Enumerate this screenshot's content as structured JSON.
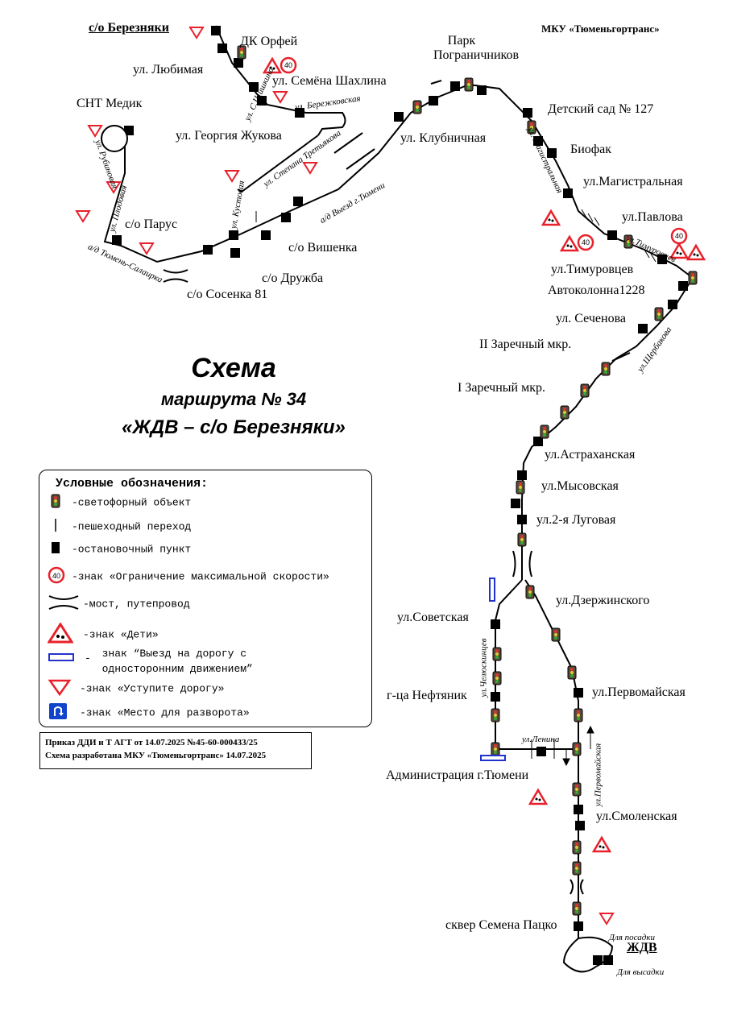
{
  "organization": "МКУ «Тюменьгортранс»",
  "title": {
    "line1": "Схема",
    "line2": "маршрута № 34",
    "line3": "«ЖДВ – с/о Березняки»"
  },
  "stops": {
    "berezniaki": "с/о Березняки",
    "dk_orfei": "ДК Орфей",
    "lyubimaya": "ул. Любимая",
    "shakhlina": "ул. Семёна Шахлина",
    "snt_medik": "СНТ Медик",
    "zhukova": "ул. Георгия Жукова",
    "park": "Парк Пограничников",
    "klubnichnaya": "ул. Клубничная",
    "detsad": "Детский сад № 127",
    "biofak": "Биофак",
    "magistralnaya": "ул.Магистральная",
    "pavlova": "ул.Павлова",
    "timurovtsev": "ул.Тимуровцев",
    "avtokolonna": "Автоколонна1228",
    "sechenova": "ул. Сеченова",
    "zarechny2": "II Заречный мкр.",
    "zarechny1": "I Заречный мкр.",
    "parus": "с/о Парус",
    "vishenka": "с/о Вишенка",
    "druzhba": "с/о Дружба",
    "sosenka": "с/о Сосенка 81",
    "astrakhanskaya": "ул.Астраханская",
    "mysovskaya": "ул.Мысовская",
    "lugovaya": "ул.2-я Луговая",
    "dzerzhinskogo": "ул.Дзержинского",
    "sovetskaya": "ул.Советская",
    "neftyanik": "г-ца Нефтяник",
    "pervomayskaya": "ул.Первомайская",
    "administration": "Администрация г.Тюмени",
    "smolenskaya": "ул.Смоленская",
    "skver": "сквер Семена Пацко",
    "zhdv": "ЖДВ"
  },
  "streets": {
    "berezhkovskaya": "ул. Бережковская",
    "shishkina": "ул. С.Шишкина",
    "tretyakova": "ул. Степана Третьякова",
    "vyezd": "а/д Выезд г.Тюмени",
    "kustovaya": "ул. Кустовая",
    "rubinovaya": "ул. Рубиновая",
    "plodovaya": "ул. Плодовая",
    "tyumen_salairka": "а/д Тюмень-Салаирка",
    "m_kraynaya": "ул. Магистральная",
    "timurovtsev_small": "ул.Тимуровцев",
    "shcherbakova": "ул.Щербакова",
    "chelyuskintsev": "ул.Челюскинцев",
    "lenina": "ул.Ленина",
    "pervomayskaya_small": "ул.Первомайская",
    "boarding": "Для посадки",
    "alighting": "Для высадки"
  },
  "speed_limit": "40",
  "legend": {
    "title": "Условные обозначения:",
    "traffic_light": "-светофорный объект",
    "crossing": "-пешеходный переход",
    "stop": "-остановочный пункт",
    "speed": "-знак «Ограничение максимальной скорости»",
    "bridge": "-мост, путепровод",
    "children": "-знак «Дети»",
    "oneway_line1": "знак “Выезд на дорогу с",
    "oneway_line2": "односторонним движением”",
    "oneway_dash": "-",
    "yield": "-знак «Уступите дорогу»",
    "uturn": "-знак «Место для разворота»"
  },
  "order": {
    "line1": "Приказ ДДИ и Т АГТ от 14.07.2025 №45-60-000433/25",
    "line2": "Схема разработана МКУ «Тюменьгортранс» 14.07.2025"
  },
  "colors": {
    "line": "#000000",
    "sign_red": "#e8202a",
    "oneway_blue": "#2233cc",
    "uturn_blue": "#1144cc"
  }
}
